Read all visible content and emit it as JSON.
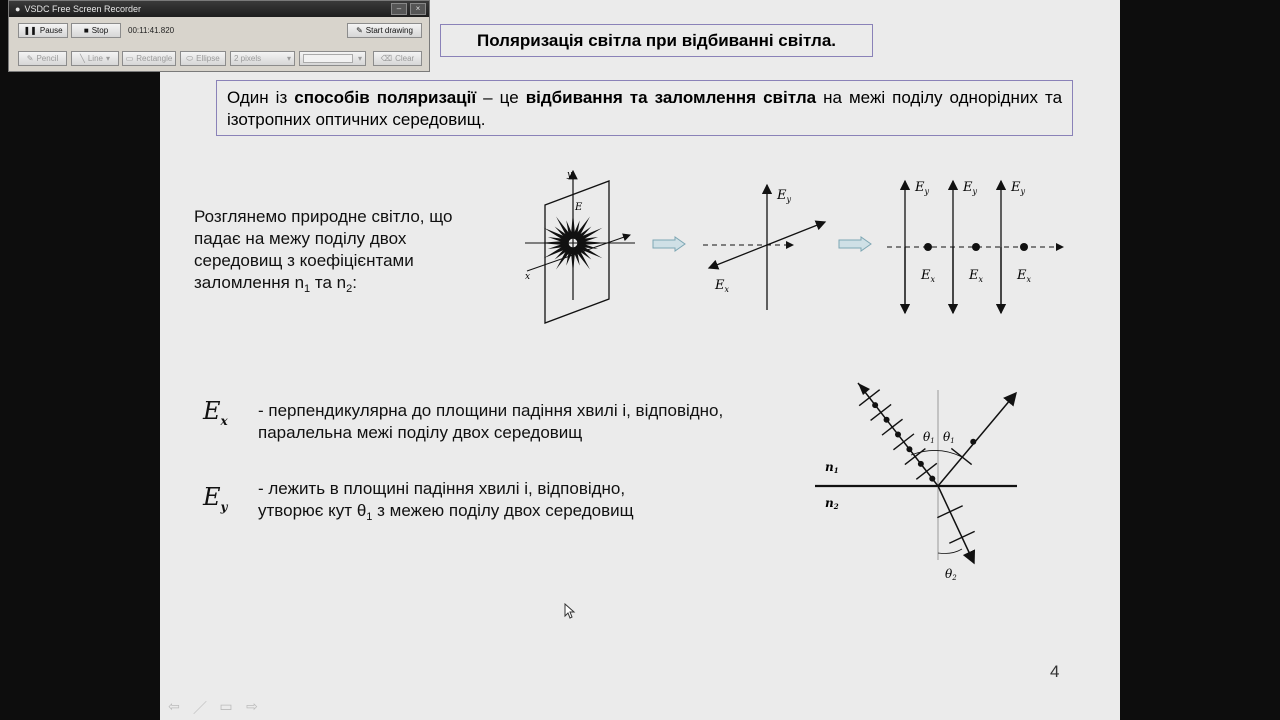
{
  "recorder": {
    "title": "VSDC Free Screen Recorder",
    "pause_label": "Pause",
    "stop_label": "Stop",
    "elapsed": "00:11:41.820",
    "start_drawing_label": "Start drawing",
    "pencil_label": "Pencil",
    "line_label": "Line",
    "rectangle_label": "Rectangle",
    "ellipse_label": "Ellipse",
    "thickness_value": "2 pixels",
    "clear_label": "Clear"
  },
  "slide": {
    "title": "Поляризація світла при відбиванні світла.",
    "definition": {
      "part1": "Один із ",
      "bold1": "способів поляризації",
      "part2": " – це ",
      "bold2": "відбивання та заломлення світла",
      "part3": " на межі поділу однорідних та ізотропних оптичних середовищ."
    },
    "intro": {
      "text": "Розглянемо природне світло, що падає на межу поділу двох середовищ з коефіцієнтами заломлення n",
      "sub1": "1",
      "mid": " та n",
      "sub2": "2",
      "end": ":"
    },
    "ex": {
      "symbol": "E",
      "subscript": "x",
      "line1": "- перпендикулярна до площини падіння хвилі і, відповідно,",
      "line2": "паралельна межі поділу двох середовищ"
    },
    "ey": {
      "symbol": "E",
      "subscript": "y",
      "line1": "- лежить в площині падіння хвилі і, відповідно,",
      "line2a": "утворює кут θ",
      "line2sub": "1",
      "line2b": " з межею поділу двох середовищ"
    },
    "diagram_labels": {
      "E": "E",
      "x": "x",
      "y": "y",
      "n": "n",
      "one": "1",
      "two": "2",
      "theta": "θ",
      "E_vec": "E"
    },
    "page_number": "4"
  },
  "nav": {
    "prev": "⇦",
    "pen": "／",
    "menu": "▭",
    "next": "⇨"
  }
}
